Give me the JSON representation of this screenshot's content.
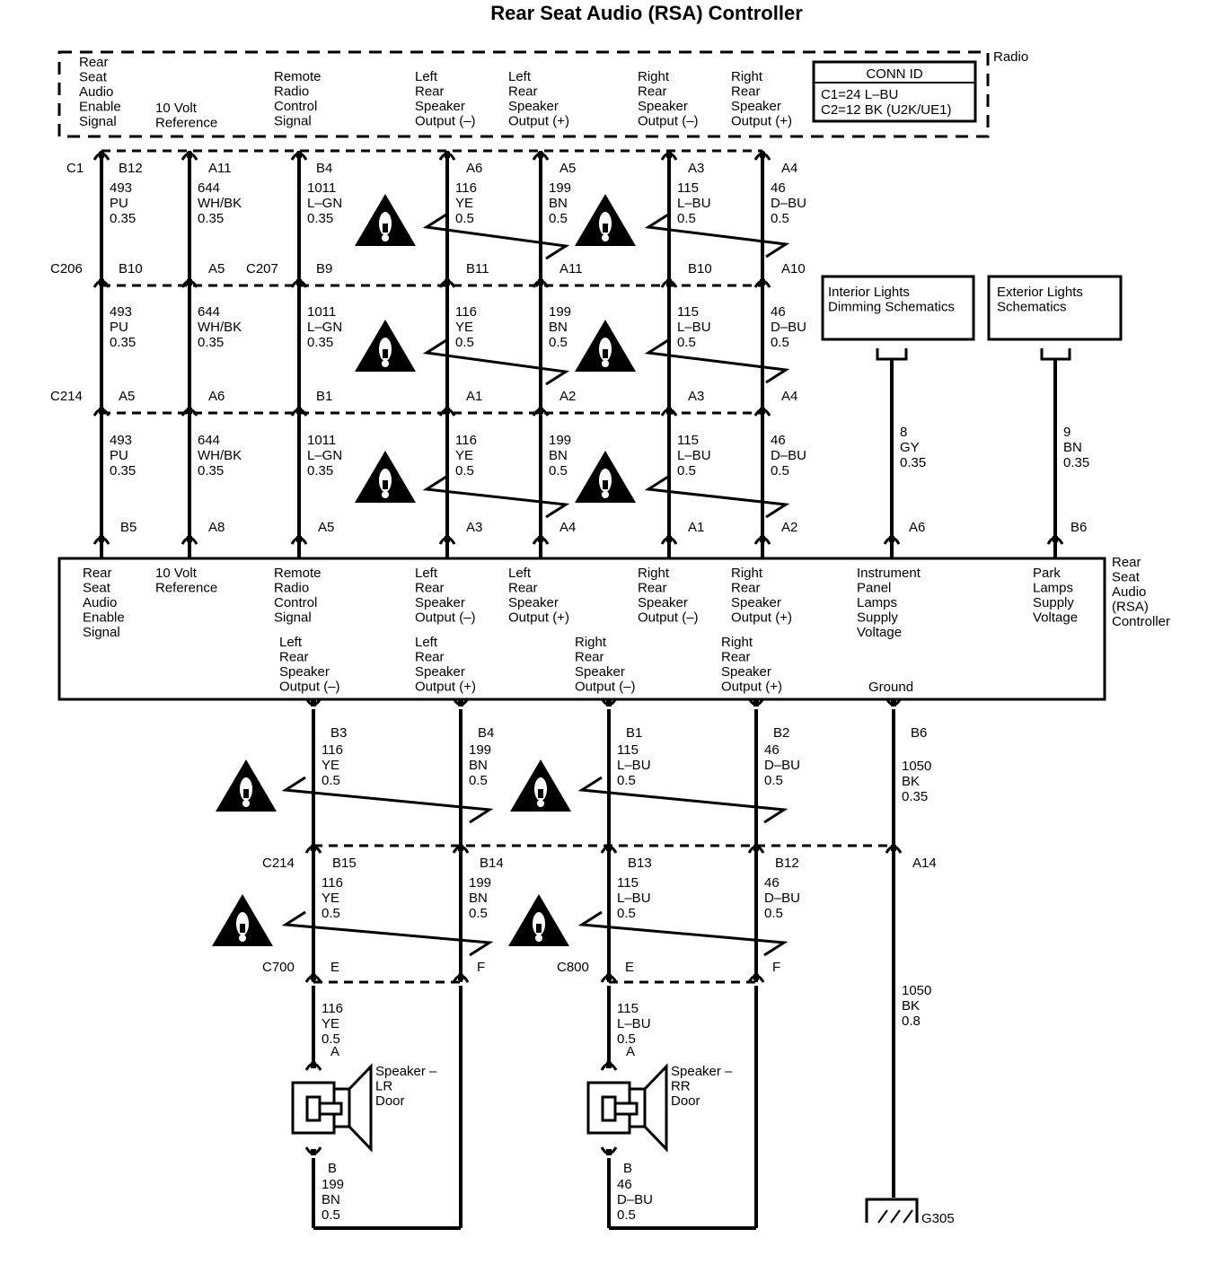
{
  "title": "Rear Seat Audio (RSA) Controller",
  "radio": {
    "name": "Radio",
    "conn_id_title": "CONN ID",
    "conn_id_lines": [
      "C1=24 L–BU",
      "C2=12 BK (U2K/UE1)"
    ],
    "pins": [
      {
        "label": [
          "Rear",
          "Seat",
          "Audio",
          "Enable",
          "Signal"
        ]
      },
      {
        "label": [
          "10 Volt",
          "Reference"
        ]
      },
      {
        "label": [
          "Remote",
          "Radio",
          "Control",
          "Signal"
        ]
      },
      {
        "label": [
          "Left",
          "Rear",
          "Speaker",
          "Output (–)"
        ]
      },
      {
        "label": [
          "Left",
          "Rear",
          "Speaker",
          "Output (+)"
        ]
      },
      {
        "label": [
          "Right",
          "Rear",
          "Speaker",
          "Output (–)"
        ]
      },
      {
        "label": [
          "Right",
          "Rear",
          "Speaker",
          "Output (+)"
        ]
      }
    ]
  },
  "upper_wires": [
    {
      "circuit": "493",
      "color": "PU",
      "gauge": "0.35"
    },
    {
      "circuit": "644",
      "color": "WH/BK",
      "gauge": "0.35"
    },
    {
      "circuit": "1011",
      "color": "L–GN",
      "gauge": "0.35"
    },
    {
      "circuit": "116",
      "color": "YE",
      "gauge": "0.5"
    },
    {
      "circuit": "199",
      "color": "BN",
      "gauge": "0.5"
    },
    {
      "circuit": "115",
      "color": "L–BU",
      "gauge": "0.5"
    },
    {
      "circuit": "46",
      "color": "D–BU",
      "gauge": "0.5"
    }
  ],
  "connector_rows": [
    {
      "names": [
        "C1"
      ],
      "pins": [
        "B12",
        "A11",
        "B4",
        "A6",
        "A5",
        "A3",
        "A4"
      ]
    },
    {
      "names": [
        "C206",
        "C207"
      ],
      "pins": [
        "B10",
        "A5",
        "B9",
        "B11",
        "A11",
        "B10",
        "A10"
      ]
    },
    {
      "names": [
        "C214"
      ],
      "pins": [
        "A5",
        "A6",
        "B1",
        "A1",
        "A2",
        "A3",
        "A4"
      ]
    },
    {
      "names": [],
      "pins": [
        "B5",
        "A8",
        "A5",
        "A3",
        "A4",
        "A1",
        "A2",
        "A6",
        "B6"
      ]
    }
  ],
  "ref_boxes": [
    {
      "lines": [
        "Interior Lights",
        "Dimming Schematics"
      ],
      "circuit": "8",
      "color": "GY",
      "gauge": "0.35"
    },
    {
      "lines": [
        "Exterior Lights",
        "Schematics"
      ],
      "circuit": "9",
      "color": "BN",
      "gauge": "0.35"
    }
  ],
  "rsa_controller": {
    "name": [
      "Rear",
      "Seat",
      "Audio",
      "(RSA)",
      "Controller"
    ],
    "top_labels": [
      [
        "Rear",
        "Seat",
        "Audio",
        "Enable",
        "Signal"
      ],
      [
        "10 Volt",
        "Reference"
      ],
      [
        "Remote",
        "Radio",
        "Control",
        "Signal"
      ],
      [
        "Left",
        "Rear",
        "Speaker",
        "Output (–)"
      ],
      [
        "Left",
        "Rear",
        "Speaker",
        "Output (+)"
      ],
      [
        "Right",
        "Rear",
        "Speaker",
        "Output (–)"
      ],
      [
        "Right",
        "Rear",
        "Speaker",
        "Output (+)"
      ],
      [
        "Instrument",
        "Panel",
        "Lamps",
        "Supply",
        "Voltage"
      ],
      [
        "Park",
        "Lamps",
        "Supply",
        "Voltage"
      ]
    ],
    "bottom_labels": [
      [
        "Left",
        "Rear",
        "Speaker",
        "Output (–)"
      ],
      [
        "Left",
        "Rear",
        "Speaker",
        "Output (+)"
      ],
      [
        "Right",
        "Rear",
        "Speaker",
        "Output (–)"
      ],
      [
        "Right",
        "Rear",
        "Speaker",
        "Output (+)"
      ],
      [
        "Ground"
      ]
    ]
  },
  "lower_pins_rsa": [
    "B3",
    "B4",
    "B1",
    "B2",
    "B6"
  ],
  "lower_wires": [
    {
      "circuit": "116",
      "color": "YE",
      "gauge": "0.5"
    },
    {
      "circuit": "199",
      "color": "BN",
      "gauge": "0.5"
    },
    {
      "circuit": "115",
      "color": "L–BU",
      "gauge": "0.5"
    },
    {
      "circuit": "46",
      "color": "D–BU",
      "gauge": "0.5"
    },
    {
      "circuit": "1050",
      "color": "BK",
      "gauge": "0.35"
    }
  ],
  "c214_lower": {
    "name": "C214",
    "pins": [
      "B15",
      "B14",
      "B13",
      "B12",
      "A14"
    ]
  },
  "door_connectors": [
    {
      "name": "C700",
      "pins": [
        "E",
        "F"
      ]
    },
    {
      "name": "C800",
      "pins": [
        "E",
        "F"
      ]
    }
  ],
  "speakers": [
    {
      "label": [
        "Speaker –",
        "LR",
        "Door"
      ],
      "pin_a": "A",
      "pin_b": "B",
      "wire_a": {
        "circuit": "116",
        "color": "YE",
        "gauge": "0.5"
      },
      "wire_b": {
        "circuit": "199",
        "color": "BN",
        "gauge": "0.5"
      }
    },
    {
      "label": [
        "Speaker –",
        "RR",
        "Door"
      ],
      "pin_a": "A",
      "pin_b": "B",
      "wire_a": {
        "circuit": "115",
        "color": "L–BU",
        "gauge": "0.5"
      },
      "wire_b": {
        "circuit": "46",
        "color": "D–BU",
        "gauge": "0.5"
      }
    }
  ],
  "ground": {
    "name": "G305",
    "circuit": "1050",
    "color": "BK",
    "gauge": "0.8"
  }
}
